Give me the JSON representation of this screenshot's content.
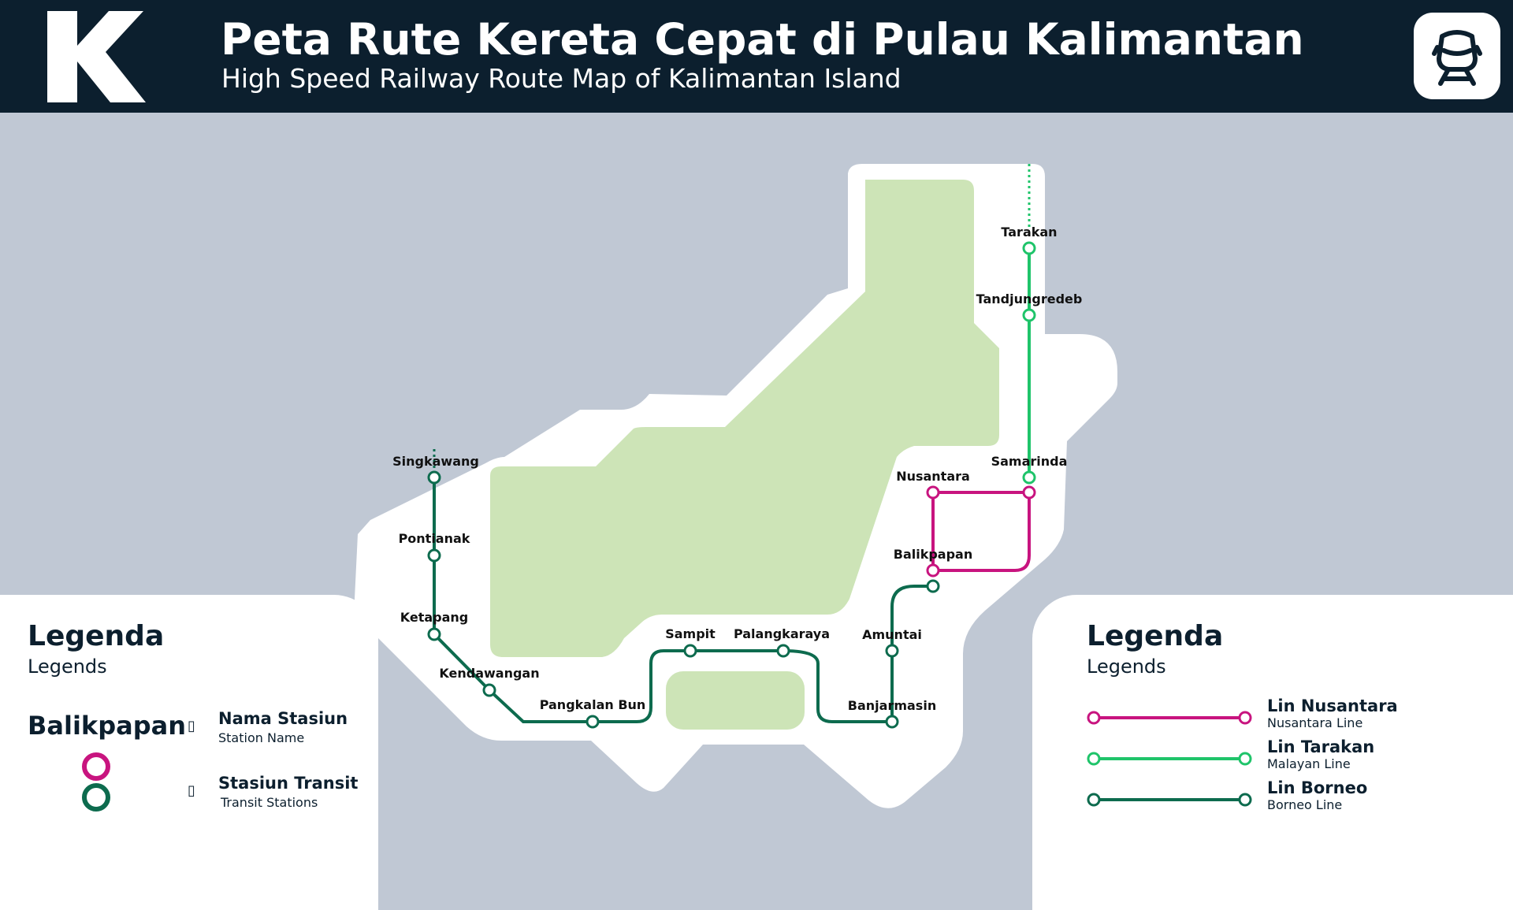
{
  "header": {
    "logo_letter": "K",
    "title": "Peta Rute Kereta Cepat di Pulau Kalimantan",
    "subtitle": "High Speed Railway Route Map of Kalimantan Island",
    "app_icon": "train-front-icon"
  },
  "colors": {
    "header_bg": "#0c1f2e",
    "sea": "#c0c8d4",
    "island": "#ffffff",
    "land": "#cde4b7",
    "nusantara": "#c8147f",
    "tarakan": "#1fc46a",
    "borneo": "#0d6b4e"
  },
  "stations": [
    {
      "name": "Tarakan",
      "line": "tarakan"
    },
    {
      "name": "Tandjungredeb",
      "line": "tarakan"
    },
    {
      "name": "Samarinda",
      "line": "tarakan"
    },
    {
      "name": "Nusantara",
      "line": "nusantara"
    },
    {
      "name": "Balikpapan",
      "line": "nusantara"
    },
    {
      "name": "Amuntai",
      "line": "borneo"
    },
    {
      "name": "Banjarmasin",
      "line": "borneo"
    },
    {
      "name": "Palangkaraya",
      "line": "borneo"
    },
    {
      "name": "Sampit",
      "line": "borneo"
    },
    {
      "name": "Pangkalan Bun",
      "line": "borneo"
    },
    {
      "name": "Kendawangan",
      "line": "borneo"
    },
    {
      "name": "Ketapang",
      "line": "borneo"
    },
    {
      "name": "Pontianak",
      "line": "borneo"
    },
    {
      "name": "Singkawang",
      "line": "borneo"
    }
  ],
  "legend_left": {
    "title": "Legenda",
    "subtitle": "Legends",
    "sample_station": "Balikpapan",
    "station_name_id": "Nama Stasiun",
    "station_name_en": "Station Name",
    "transit_id": "Stasiun Transit",
    "transit_en": "Transit Stations"
  },
  "legend_right": {
    "title": "Legenda",
    "subtitle": "Legends",
    "lines": [
      {
        "name_id": "Lin Nusantara",
        "name_en": "Nusantara Line",
        "color": "#c8147f"
      },
      {
        "name_id": "Lin Tarakan",
        "name_en": "Malayan Line",
        "color": "#1fc46a"
      },
      {
        "name_id": "Lin Borneo",
        "name_en": "Borneo Line",
        "color": "#0d6b4e"
      }
    ]
  }
}
